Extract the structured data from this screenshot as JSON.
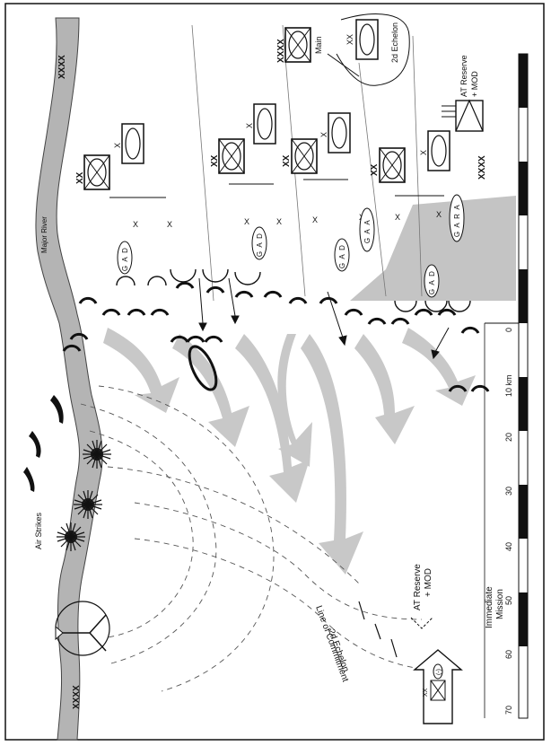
{
  "labels": {
    "xxxx_top": "XXXX",
    "xxxx_bottom": "XXXX",
    "xxxx_right": "XXXX",
    "major_river": "Major River",
    "air_strikes": "Air Strikes",
    "main": "Main",
    "second_echelon": "2d Echelon",
    "at_reserve_top": "AT Reserve",
    "at_reserve_top_mod": "+ MOD",
    "at_reserve_bottom": "AT Reserve",
    "at_reserve_bottom_mod": "+ MOD",
    "immediate": "Immediate",
    "mission": "Mission",
    "second_echelon_line": "2d Echelon",
    "line_of_commitment": "Line of Commitment",
    "km_unit": "10 km",
    "reinforce_minus": "(-)",
    "xx": "XX",
    "x": "X",
    "dag": [
      "D",
      "A",
      "G"
    ],
    "arag": [
      "A",
      "R",
      "A",
      "G"
    ]
  },
  "scale_ticks": [
    "0",
    "10 km",
    "20",
    "30",
    "40",
    "50",
    "60",
    "70"
  ],
  "colors": {
    "river": "#b4b4b4",
    "arrow": "#c8c8c8",
    "shade": "#c2c2c2",
    "ink": "#111111"
  }
}
